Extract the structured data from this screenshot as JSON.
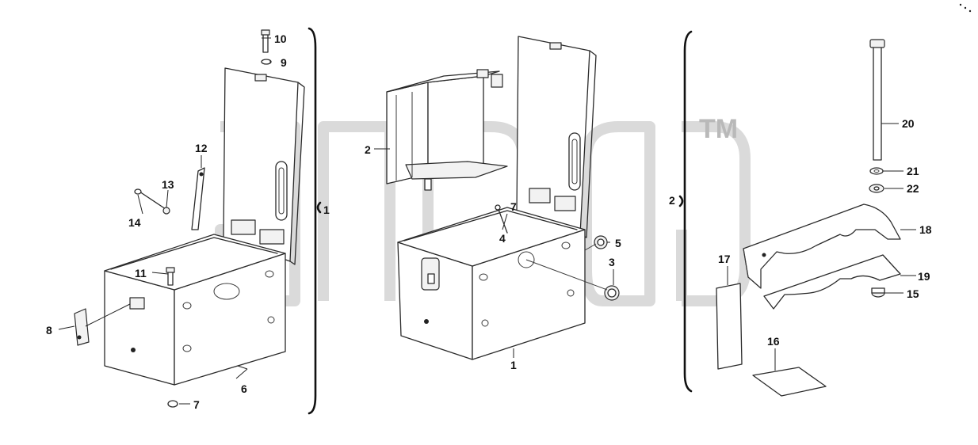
{
  "watermark": {
    "trademark": "TM"
  },
  "callouts": [
    "1",
    "2",
    "3",
    "4",
    "5",
    "6",
    "7",
    "8",
    "9",
    "10",
    "11",
    "12",
    "13",
    "14",
    "15",
    "16",
    "17",
    "18",
    "19",
    "20",
    "21",
    "22"
  ],
  "colors": {
    "line": "#2a2a2a",
    "watermark": "#d4d4d4",
    "background": "#ffffff"
  }
}
